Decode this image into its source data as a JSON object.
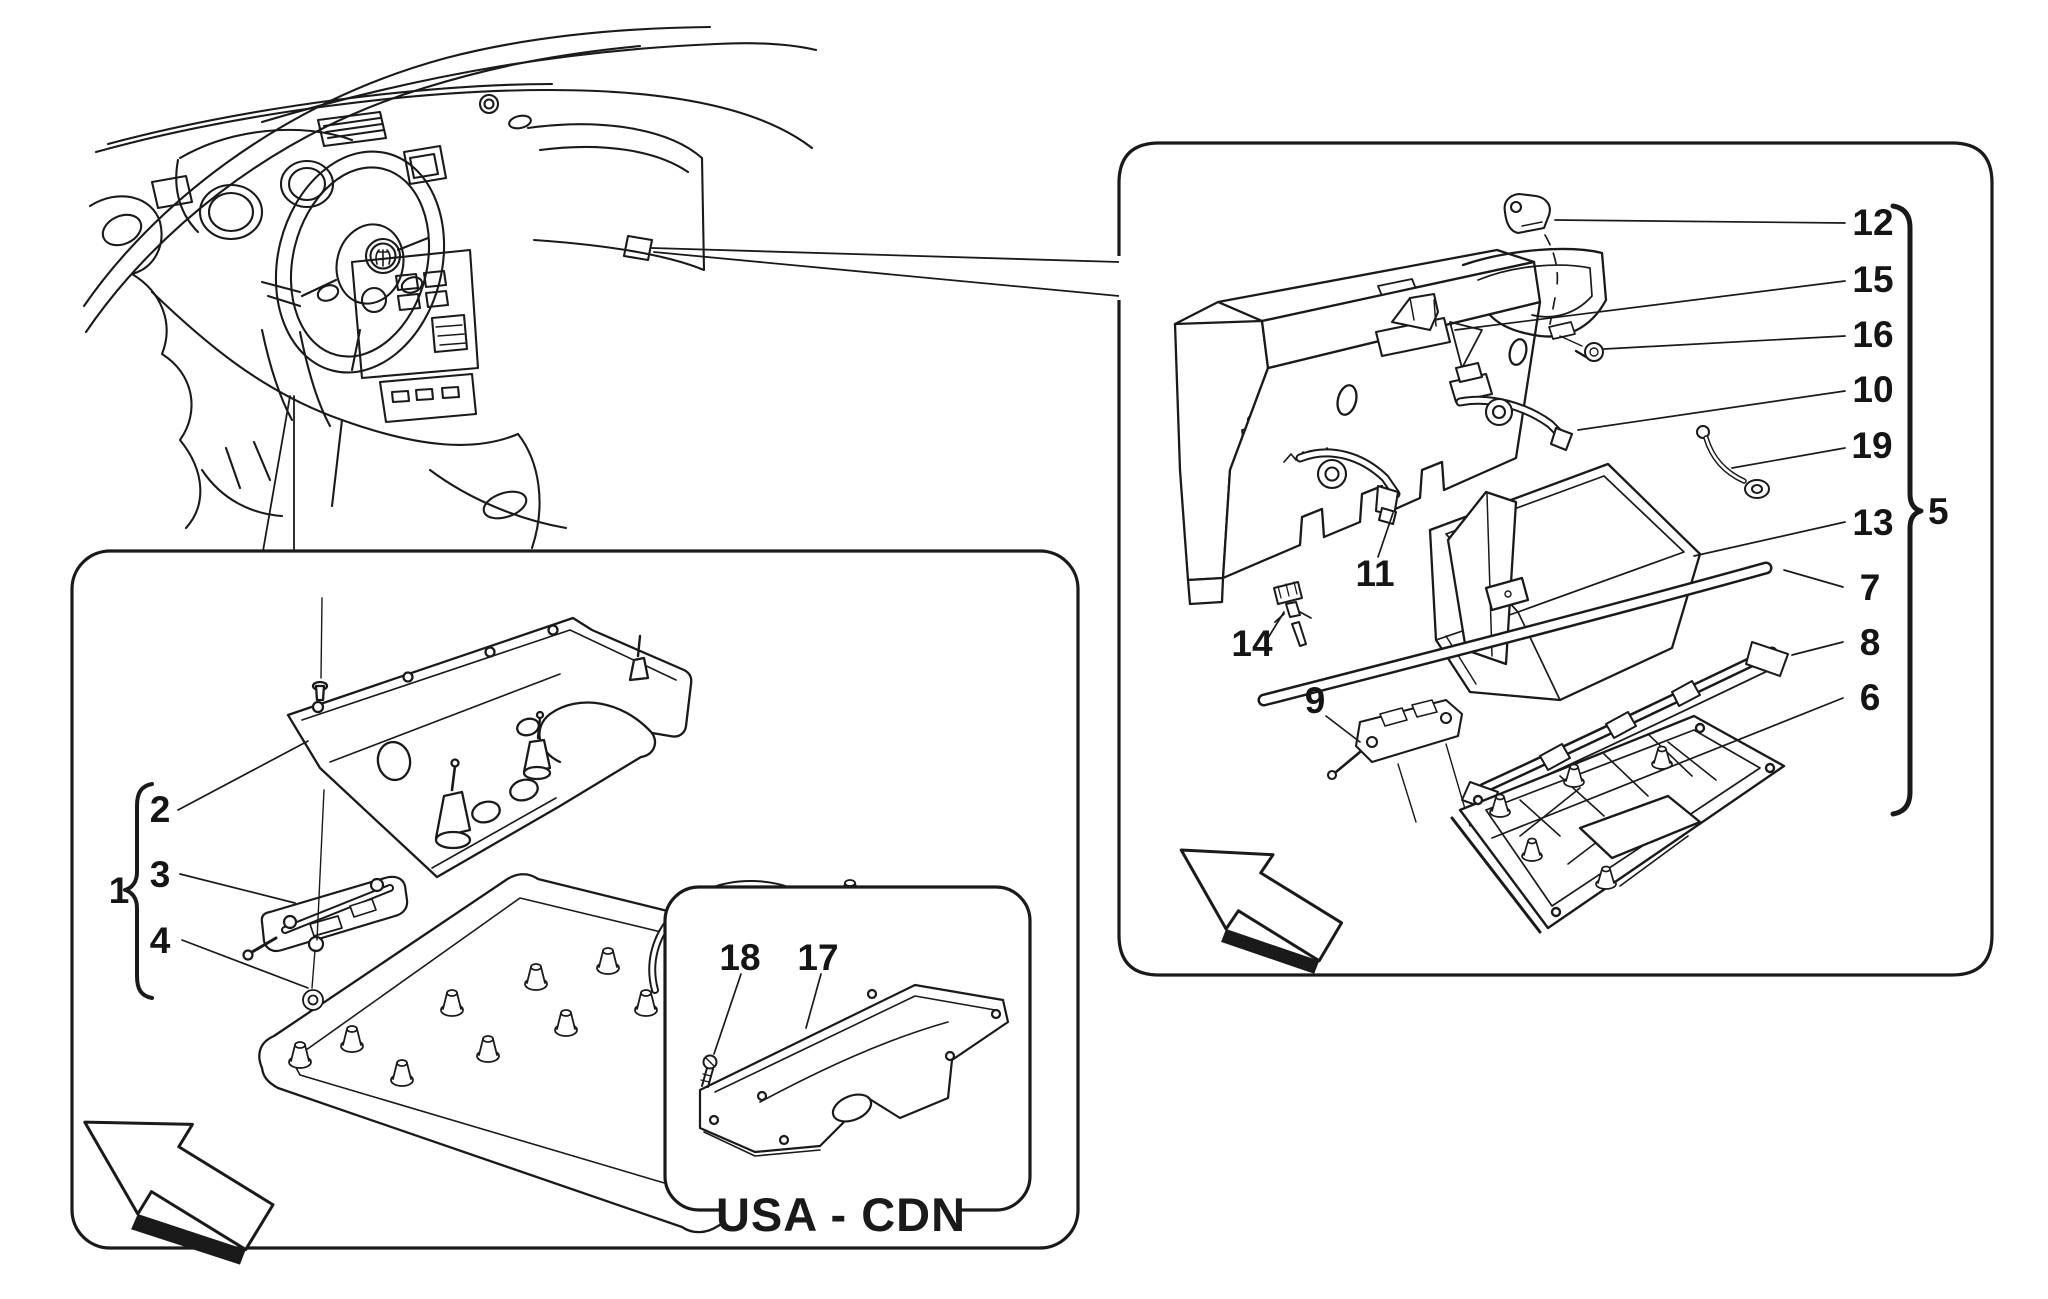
{
  "figure": {
    "type": "exploded-parts-diagram",
    "inset_label": "USA - CDN"
  },
  "callouts": {
    "n1": "1",
    "n2": "2",
    "n3": "3",
    "n4": "4",
    "n5": "5",
    "n6": "6",
    "n7": "7",
    "n8": "8",
    "n9": "9",
    "n10": "10",
    "n11": "11",
    "n12": "12",
    "n13": "13",
    "n14": "14",
    "n15": "15",
    "n16": "16",
    "n17": "17",
    "n18": "18",
    "n19": "19"
  },
  "colors": {
    "ink": "#1a1a1a",
    "background": "#ffffff"
  }
}
